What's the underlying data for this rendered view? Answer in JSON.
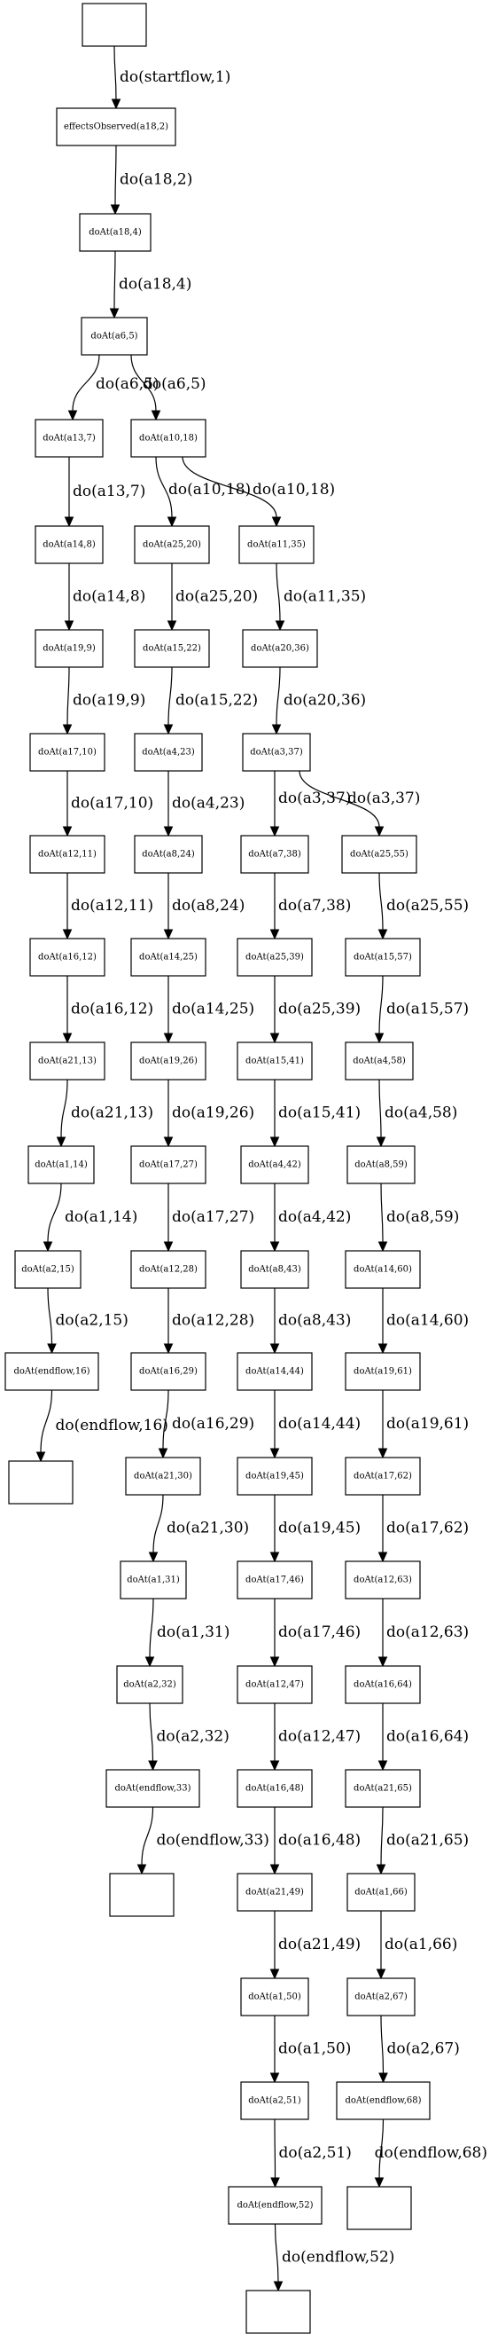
{
  "graph": {
    "nodes": [
      {
        "id": "root",
        "label": ""
      },
      {
        "id": "n_eff",
        "label": "effectsObserved(a18,2)"
      },
      {
        "id": "n_a18_4",
        "label": "doAt(a18,4)"
      },
      {
        "id": "n_a6_5",
        "label": "doAt(a6,5)"
      },
      {
        "id": "n_a13_7",
        "label": "doAt(a13,7)"
      },
      {
        "id": "n_a14_8",
        "label": "doAt(a14,8)"
      },
      {
        "id": "n_a19_9",
        "label": "doAt(a19,9)"
      },
      {
        "id": "n_a17_10",
        "label": "doAt(a17,10)"
      },
      {
        "id": "n_a12_11",
        "label": "doAt(a12,11)"
      },
      {
        "id": "n_a16_12",
        "label": "doAt(a16,12)"
      },
      {
        "id": "n_a21_13",
        "label": "doAt(a21,13)"
      },
      {
        "id": "n_a1_14",
        "label": "doAt(a1,14)"
      },
      {
        "id": "n_a2_15",
        "label": "doAt(a2,15)"
      },
      {
        "id": "n_end_16",
        "label": "doAt(endflow,16)"
      },
      {
        "id": "t1",
        "label": ""
      },
      {
        "id": "n_a10_18",
        "label": "doAt(a10,18)"
      },
      {
        "id": "n_a25_20",
        "label": "doAt(a25,20)"
      },
      {
        "id": "n_a15_22",
        "label": "doAt(a15,22)"
      },
      {
        "id": "n_a4_23",
        "label": "doAt(a4,23)"
      },
      {
        "id": "n_a8_24",
        "label": "doAt(a8,24)"
      },
      {
        "id": "n_a14_25",
        "label": "doAt(a14,25)"
      },
      {
        "id": "n_a19_26",
        "label": "doAt(a19,26)"
      },
      {
        "id": "n_a17_27",
        "label": "doAt(a17,27)"
      },
      {
        "id": "n_a12_28",
        "label": "doAt(a12,28)"
      },
      {
        "id": "n_a16_29",
        "label": "doAt(a16,29)"
      },
      {
        "id": "n_a21_30",
        "label": "doAt(a21,30)"
      },
      {
        "id": "n_a1_31",
        "label": "doAt(a1,31)"
      },
      {
        "id": "n_a2_32",
        "label": "doAt(a2,32)"
      },
      {
        "id": "n_end_33",
        "label": "doAt(endflow,33)"
      },
      {
        "id": "t2",
        "label": ""
      },
      {
        "id": "n_a11_35",
        "label": "doAt(a11,35)"
      },
      {
        "id": "n_a20_36",
        "label": "doAt(a20,36)"
      },
      {
        "id": "n_a3_37",
        "label": "doAt(a3,37)"
      },
      {
        "id": "n_a7_38",
        "label": "doAt(a7,38)"
      },
      {
        "id": "n_a25_39",
        "label": "doAt(a25,39)"
      },
      {
        "id": "n_a15_41",
        "label": "doAt(a15,41)"
      },
      {
        "id": "n_a4_42",
        "label": "doAt(a4,42)"
      },
      {
        "id": "n_a8_43",
        "label": "doAt(a8,43)"
      },
      {
        "id": "n_a14_44",
        "label": "doAt(a14,44)"
      },
      {
        "id": "n_a19_45",
        "label": "doAt(a19,45)"
      },
      {
        "id": "n_a17_46",
        "label": "doAt(a17,46)"
      },
      {
        "id": "n_a12_47",
        "label": "doAt(a12,47)"
      },
      {
        "id": "n_a16_48",
        "label": "doAt(a16,48)"
      },
      {
        "id": "n_a21_49",
        "label": "doAt(a21,49)"
      },
      {
        "id": "n_a1_50",
        "label": "doAt(a1,50)"
      },
      {
        "id": "n_a2_51",
        "label": "doAt(a2,51)"
      },
      {
        "id": "n_end_52",
        "label": "doAt(endflow,52)"
      },
      {
        "id": "t3",
        "label": ""
      },
      {
        "id": "n_a25_55",
        "label": "doAt(a25,55)"
      },
      {
        "id": "n_a15_57",
        "label": "doAt(a15,57)"
      },
      {
        "id": "n_a4_58",
        "label": "doAt(a4,58)"
      },
      {
        "id": "n_a8_59",
        "label": "doAt(a8,59)"
      },
      {
        "id": "n_a14_60",
        "label": "doAt(a14,60)"
      },
      {
        "id": "n_a19_61",
        "label": "doAt(a19,61)"
      },
      {
        "id": "n_a17_62",
        "label": "doAt(a17,62)"
      },
      {
        "id": "n_a12_63",
        "label": "doAt(a12,63)"
      },
      {
        "id": "n_a16_64",
        "label": "doAt(a16,64)"
      },
      {
        "id": "n_a21_65",
        "label": "doAt(a21,65)"
      },
      {
        "id": "n_a1_66",
        "label": "doAt(a1,66)"
      },
      {
        "id": "n_a2_67",
        "label": "doAt(a2,67)"
      },
      {
        "id": "n_end_68",
        "label": "doAt(endflow,68)"
      },
      {
        "id": "t4",
        "label": ""
      }
    ],
    "edges": [
      {
        "from": "root",
        "to": "n_eff",
        "label": "do(startflow,1)"
      },
      {
        "from": "n_eff",
        "to": "n_a18_4",
        "label": "do(a18,2)"
      },
      {
        "from": "n_a18_4",
        "to": "n_a6_5",
        "label": "do(a18,4)"
      },
      {
        "from": "n_a6_5",
        "to": "n_a13_7",
        "label": "do(a6,5)"
      },
      {
        "from": "n_a6_5",
        "to": "n_a10_18",
        "label": "do(a6,5)"
      },
      {
        "from": "n_a13_7",
        "to": "n_a14_8",
        "label": "do(a13,7)"
      },
      {
        "from": "n_a14_8",
        "to": "n_a19_9",
        "label": "do(a14,8)"
      },
      {
        "from": "n_a19_9",
        "to": "n_a17_10",
        "label": "do(a19,9)"
      },
      {
        "from": "n_a17_10",
        "to": "n_a12_11",
        "label": "do(a17,10)"
      },
      {
        "from": "n_a12_11",
        "to": "n_a16_12",
        "label": "do(a12,11)"
      },
      {
        "from": "n_a16_12",
        "to": "n_a21_13",
        "label": "do(a16,12)"
      },
      {
        "from": "n_a21_13",
        "to": "n_a1_14",
        "label": "do(a21,13)"
      },
      {
        "from": "n_a1_14",
        "to": "n_a2_15",
        "label": "do(a1,14)"
      },
      {
        "from": "n_a2_15",
        "to": "n_end_16",
        "label": "do(a2,15)"
      },
      {
        "from": "n_end_16",
        "to": "t1",
        "label": "do(endflow,16)"
      },
      {
        "from": "n_a10_18",
        "to": "n_a25_20",
        "label": "do(a10,18)"
      },
      {
        "from": "n_a10_18",
        "to": "n_a11_35",
        "label": "do(a10,18)"
      },
      {
        "from": "n_a25_20",
        "to": "n_a15_22",
        "label": "do(a25,20)"
      },
      {
        "from": "n_a15_22",
        "to": "n_a4_23",
        "label": "do(a15,22)"
      },
      {
        "from": "n_a4_23",
        "to": "n_a8_24",
        "label": "do(a4,23)"
      },
      {
        "from": "n_a8_24",
        "to": "n_a14_25",
        "label": "do(a8,24)"
      },
      {
        "from": "n_a14_25",
        "to": "n_a19_26",
        "label": "do(a14,25)"
      },
      {
        "from": "n_a19_26",
        "to": "n_a17_27",
        "label": "do(a19,26)"
      },
      {
        "from": "n_a17_27",
        "to": "n_a12_28",
        "label": "do(a17,27)"
      },
      {
        "from": "n_a12_28",
        "to": "n_a16_29",
        "label": "do(a12,28)"
      },
      {
        "from": "n_a16_29",
        "to": "n_a21_30",
        "label": "do(a16,29)"
      },
      {
        "from": "n_a21_30",
        "to": "n_a1_31",
        "label": "do(a21,30)"
      },
      {
        "from": "n_a1_31",
        "to": "n_a2_32",
        "label": "do(a1,31)"
      },
      {
        "from": "n_a2_32",
        "to": "n_end_33",
        "label": "do(a2,32)"
      },
      {
        "from": "n_end_33",
        "to": "t2",
        "label": "do(endflow,33)"
      },
      {
        "from": "n_a11_35",
        "to": "n_a20_36",
        "label": "do(a11,35)"
      },
      {
        "from": "n_a20_36",
        "to": "n_a3_37",
        "label": "do(a20,36)"
      },
      {
        "from": "n_a3_37",
        "to": "n_a7_38",
        "label": "do(a3,37)"
      },
      {
        "from": "n_a3_37",
        "to": "n_a25_55",
        "label": "do(a3,37)"
      },
      {
        "from": "n_a7_38",
        "to": "n_a25_39",
        "label": "do(a7,38)"
      },
      {
        "from": "n_a25_39",
        "to": "n_a15_41",
        "label": "do(a25,39)"
      },
      {
        "from": "n_a15_41",
        "to": "n_a4_42",
        "label": "do(a15,41)"
      },
      {
        "from": "n_a4_42",
        "to": "n_a8_43",
        "label": "do(a4,42)"
      },
      {
        "from": "n_a8_43",
        "to": "n_a14_44",
        "label": "do(a8,43)"
      },
      {
        "from": "n_a14_44",
        "to": "n_a19_45",
        "label": "do(a14,44)"
      },
      {
        "from": "n_a19_45",
        "to": "n_a17_46",
        "label": "do(a19,45)"
      },
      {
        "from": "n_a17_46",
        "to": "n_a12_47",
        "label": "do(a17,46)"
      },
      {
        "from": "n_a12_47",
        "to": "n_a16_48",
        "label": "do(a12,47)"
      },
      {
        "from": "n_a16_48",
        "to": "n_a21_49",
        "label": "do(a16,48)"
      },
      {
        "from": "n_a21_49",
        "to": "n_a1_50",
        "label": "do(a21,49)"
      },
      {
        "from": "n_a1_50",
        "to": "n_a2_51",
        "label": "do(a1,50)"
      },
      {
        "from": "n_a2_51",
        "to": "n_end_52",
        "label": "do(a2,51)"
      },
      {
        "from": "n_end_52",
        "to": "t3",
        "label": "do(endflow,52)"
      },
      {
        "from": "n_a25_55",
        "to": "n_a15_57",
        "label": "do(a25,55)"
      },
      {
        "from": "n_a15_57",
        "to": "n_a4_58",
        "label": "do(a15,57)"
      },
      {
        "from": "n_a4_58",
        "to": "n_a8_59",
        "label": "do(a4,58)"
      },
      {
        "from": "n_a8_59",
        "to": "n_a14_60",
        "label": "do(a8,59)"
      },
      {
        "from": "n_a14_60",
        "to": "n_a19_61",
        "label": "do(a14,60)"
      },
      {
        "from": "n_a19_61",
        "to": "n_a17_62",
        "label": "do(a19,61)"
      },
      {
        "from": "n_a17_62",
        "to": "n_a12_63",
        "label": "do(a17,62)"
      },
      {
        "from": "n_a12_63",
        "to": "n_a16_64",
        "label": "do(a12,63)"
      },
      {
        "from": "n_a16_64",
        "to": "n_a21_65",
        "label": "do(a16,64)"
      },
      {
        "from": "n_a21_65",
        "to": "n_a1_66",
        "label": "do(a21,65)"
      },
      {
        "from": "n_a1_66",
        "to": "n_a2_67",
        "label": "do(a1,66)"
      },
      {
        "from": "n_a2_67",
        "to": "n_end_68",
        "label": "do(a2,67)"
      },
      {
        "from": "n_end_68",
        "to": "t4",
        "label": "do(endflow,68)"
      }
    ]
  }
}
